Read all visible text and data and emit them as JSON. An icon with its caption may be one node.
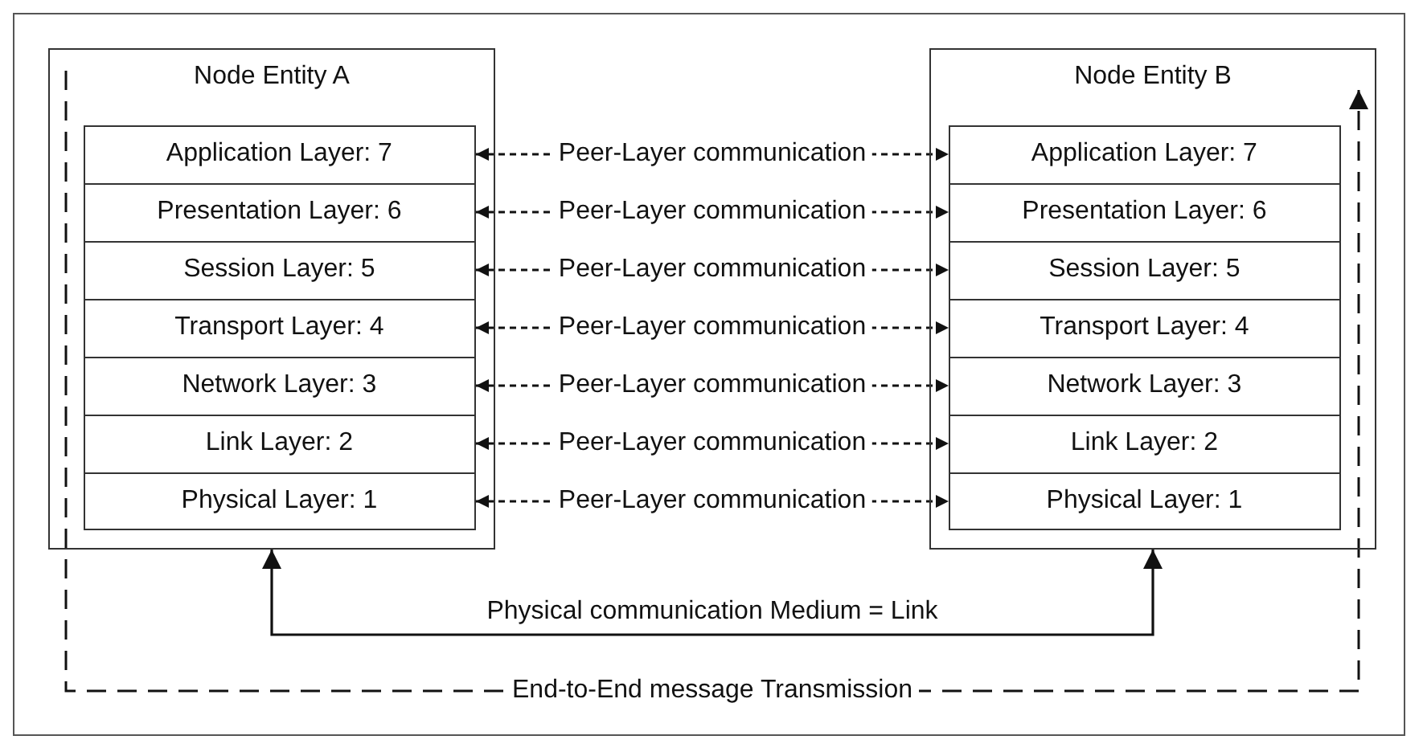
{
  "diagram": {
    "nodes": [
      {
        "text": [
          "Node Entity A"
        ]
      },
      {
        "text": [
          "Application Layer: 7"
        ],
        "in": 0
      },
      {
        "text": [
          "Presentation Layer: 6"
        ],
        "in": 0
      },
      {
        "text": [
          "Session Layer: 5"
        ],
        "in": 0
      },
      {
        "text": [
          "Transport Layer: 4"
        ],
        "in": 0
      },
      {
        "text": [
          "Network Layer: 3"
        ],
        "in": 0
      },
      {
        "text": [
          "Link Layer: 2"
        ],
        "in": 0
      },
      {
        "text": [
          "Physical Layer: 1"
        ],
        "in": 0
      },
      {
        "text": [
          "Node Entity B"
        ]
      },
      {
        "text": [
          "Application Layer: 7"
        ],
        "in": 8
      },
      {
        "text": [
          "Presentation Layer: 6"
        ],
        "in": 8
      },
      {
        "text": [
          "Session Layer: 5"
        ],
        "in": 8
      },
      {
        "text": [
          "Transport Layer: 4"
        ],
        "in": 8
      },
      {
        "text": [
          "Network Layer: 3"
        ],
        "in": 8
      },
      {
        "text": [
          "Link Layer: 2"
        ],
        "in": 8
      },
      {
        "text": [
          "Physical Layer: 1"
        ],
        "in": 8
      }
    ],
    "edges": [
      {
        "from": 1,
        "to": 9,
        "arrow": "both",
        "style": "dashed",
        "label": "Peer-Layer communication"
      },
      {
        "from": 2,
        "to": 10,
        "arrow": "both",
        "style": "dashed",
        "label": "Peer-Layer communication"
      },
      {
        "from": 3,
        "to": 11,
        "arrow": "both",
        "style": "dashed",
        "label": "Peer-Layer communication"
      },
      {
        "from": 4,
        "to": 12,
        "arrow": "both",
        "style": "dashed",
        "label": "Peer-Layer communication"
      },
      {
        "from": 5,
        "to": 13,
        "arrow": "both",
        "style": "dashed",
        "label": "Peer-Layer communication"
      },
      {
        "from": 6,
        "to": 14,
        "arrow": "both",
        "style": "dashed",
        "label": "Peer-Layer communication"
      },
      {
        "from": 7,
        "to": 15,
        "arrow": "both",
        "style": "dashed",
        "label": "Peer-Layer communication"
      },
      {
        "from": 0,
        "to": 8,
        "arrow": "both",
        "label": "Physical communication Medium = Link"
      },
      {
        "from": 0,
        "to": 8,
        "arrow": "to",
        "style": "dashed",
        "label": "End-to-End message Transmission"
      }
    ]
  }
}
